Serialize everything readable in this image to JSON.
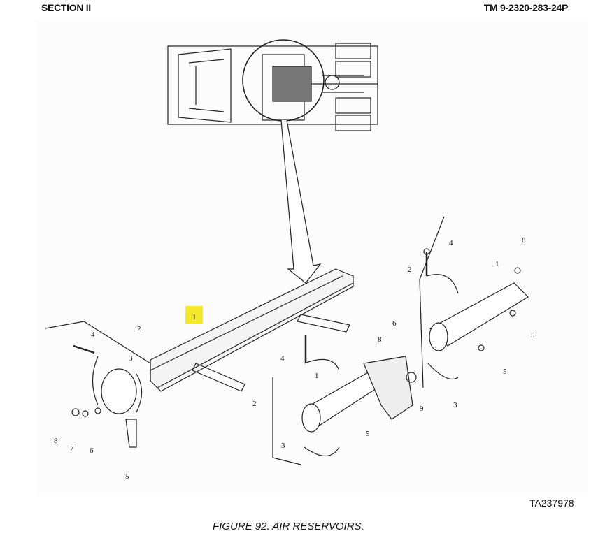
{
  "header": {
    "section": "SECTION II",
    "manual_number": "TM 9-2320-283-24P"
  },
  "figure": {
    "id_code": "TA237978",
    "caption": "FIGURE 92.  AIR RESERVOIRS.",
    "highlighted_callout": "1",
    "callouts": [
      "2",
      "4",
      "3",
      "8",
      "7",
      "6",
      "5",
      "4",
      "1",
      "2",
      "3",
      "5",
      "8",
      "6",
      "9",
      "3",
      "4",
      "8",
      "2",
      "1",
      "5",
      "5"
    ]
  }
}
